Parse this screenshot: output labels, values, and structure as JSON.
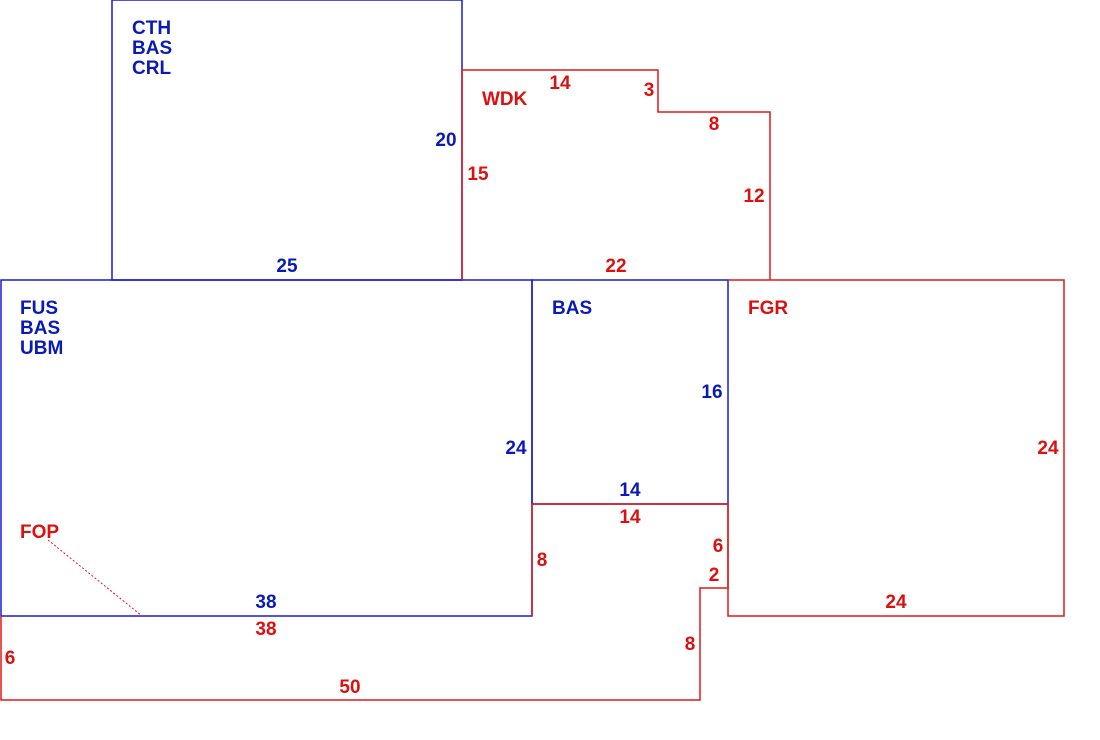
{
  "colors": {
    "main": "#0a1ab8",
    "secondary": "#dd1010"
  },
  "areas": {
    "cth": {
      "line1": "CTH",
      "line2": "BAS",
      "line3": "CRL"
    },
    "wdk": {
      "label": "WDK"
    },
    "fus": {
      "line1": "FUS",
      "line2": "BAS",
      "line3": "UBM"
    },
    "bas": {
      "label": "BAS"
    },
    "fgr": {
      "label": "FGR"
    },
    "fop": {
      "label": "FOP"
    }
  },
  "dimensions": {
    "cth_right": "20",
    "cth_bottom": "25",
    "wdk_top": "14",
    "wdk_step_v": "3",
    "wdk_step_h": "8",
    "wdk_left": "15",
    "wdk_right": "12",
    "wdk_bottom": "22",
    "fus_right": "24",
    "fus_bottom": "38",
    "bas_right": "16",
    "bas_bottom": "14",
    "fop_top": "14",
    "fop_left_inner": "8",
    "fop_right_upper": "6",
    "fop_step": "2",
    "fop_right_lower": "8",
    "fop_under": "38",
    "fop_left": "6",
    "fop_bottom": "50",
    "fgr_right": "24",
    "fgr_bottom": "24"
  }
}
